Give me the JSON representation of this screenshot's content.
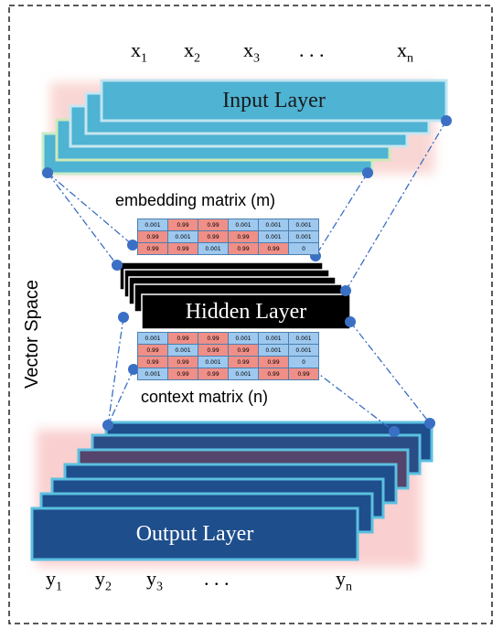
{
  "input_tokens": [
    {
      "base": "x",
      "sub": "1"
    },
    {
      "base": "x",
      "sub": "2"
    },
    {
      "base": "x",
      "sub": "3"
    },
    {
      "base": ". . .",
      "sub": ""
    },
    {
      "base": "x",
      "sub": "n"
    }
  ],
  "output_tokens": [
    {
      "base": "y",
      "sub": "1"
    },
    {
      "base": "y",
      "sub": "2"
    },
    {
      "base": "y",
      "sub": "3"
    },
    {
      "base": ". . .",
      "sub": ""
    },
    {
      "base": "y",
      "sub": "n"
    }
  ],
  "input_layer": {
    "label": "Input Layer"
  },
  "hidden_layer": {
    "label": "Hidden Layer"
  },
  "output_layer": {
    "label": "Output Layer"
  },
  "side_label": "Vector Space",
  "embedding_matrix": {
    "label": "embedding matrix (m)",
    "rows": [
      [
        "0.001",
        "0.99",
        "0.99",
        "0.001",
        "0.001",
        "0.001"
      ],
      [
        "0.99",
        "0.001",
        "0.99",
        "0.99",
        "0.001",
        "0.001"
      ],
      [
        "0.99",
        "0.99",
        "0.001",
        "0.99",
        "0.99",
        "0"
      ]
    ]
  },
  "context_matrix": {
    "label": "context matrix (n)",
    "rows": [
      [
        "0.001",
        "0.99",
        "0.99",
        "0.001",
        "0.001",
        "0.001"
      ],
      [
        "0.99",
        "0.001",
        "0.99",
        "0.99",
        "0.001",
        "0.001"
      ],
      [
        "0.99",
        "0.99",
        "0.001",
        "0.99",
        "0.99",
        "0"
      ],
      [
        "0.001",
        "0.99",
        "0.99",
        "0.001",
        "0.99",
        "0.99"
      ]
    ]
  },
  "colors": {
    "input_fill": "#4fb3d3",
    "input_border": "#bfe4f2",
    "hidden_fill": "#000000",
    "output_fill": "#1e4e8c",
    "output_border": "#5bc0e0",
    "node": "#3a6fc4",
    "connector": "#3a6fc4",
    "cell_low": "#9ec8ee",
    "cell_high": "#f08f87"
  }
}
